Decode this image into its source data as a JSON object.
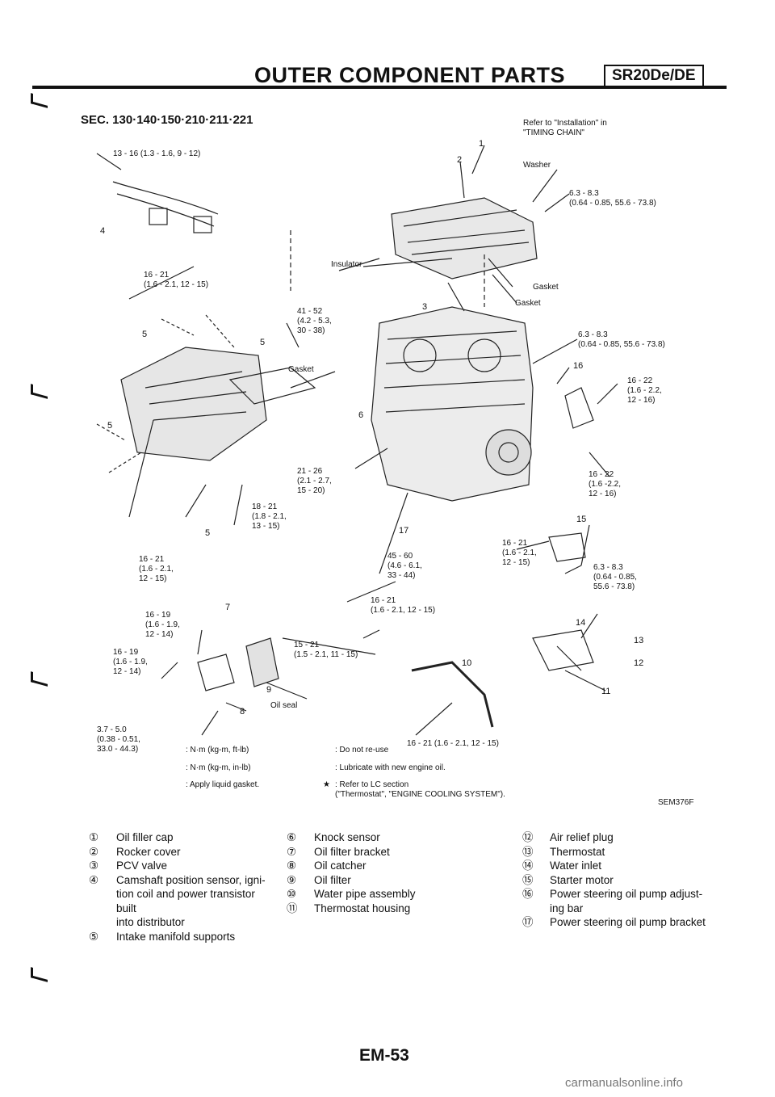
{
  "header": {
    "title": "OUTER COMPONENT PARTS",
    "engine_badge": "SR20De/DE"
  },
  "section_code": "SEC. 130·140·150·210·211·221",
  "callouts": {
    "c_13_16": "13 - 16 (1.3 - 1.6, 9 - 12)",
    "c_refer_chain": "Refer to \"Installation\" in\n\"TIMING CHAIN\"",
    "c_washer": "Washer",
    "c_63_top": "6.3 - 8.3\n(0.64 - 0.85, 55.6 - 73.8)",
    "c_insulator": "Insulator",
    "c_gasket_a": "Gasket",
    "c_gasket_b": "Gasket",
    "c_16_21_left": "16 - 21\n(1.6 - 2.1, 12 - 15)",
    "c_41_52": "41 - 52\n(4.2 - 5.3,\n30 - 38)",
    "c_63_mid": "6.3 - 8.3\n(0.64 - 0.85, 55.6 - 73.8)",
    "c_gasket_intake": "Gasket",
    "c_16_22_a": "16 - 22\n(1.6 - 2.2,\n12 - 16)",
    "c_21_26": "21 - 26\n(2.1 - 2.7,\n15 - 20)",
    "c_16_22_b": "16 - 22\n(1.6 -2.2,\n12 - 16)",
    "c_18_21": "18 - 21\n(1.8 - 2.1,\n13 - 15)",
    "c_16_21_lowleft": "16 - 21\n(1.6 - 2.1,\n12 - 15)",
    "c_45_60": "45 - 60\n(4.6 - 6.1,\n33 - 44)",
    "c_16_21_right": "16 - 21\n(1.6 - 2.1,\n12 - 15)",
    "c_63_low": "6.3 - 8.3\n(0.64 - 0.85,\n55.6 - 73.8)",
    "c_16_21_center": "16 - 21\n(1.6 - 2.1, 12 - 15)",
    "c_16_19_a": "16 - 19\n(1.6 - 1.9,\n12 - 14)",
    "c_16_19_b": "16 - 19\n(1.6 - 1.9,\n12 - 14)",
    "c_15_21": "15 - 21\n(1.5 - 2.1, 11 - 15)",
    "c_oil_seal": "Oil seal",
    "c_37_50": "3.7 - 5.0\n(0.38 - 0.51,\n33.0 - 44.3)",
    "c_16_21_bottom": "16 - 21 (1.6 - 2.1, 12 - 15)"
  },
  "markers": [
    "1",
    "2",
    "3",
    "4",
    "5",
    "5",
    "5",
    "5",
    "6",
    "7",
    "8",
    "9",
    "10",
    "11",
    "12",
    "13",
    "14",
    "15",
    "16",
    "17"
  ],
  "legend": {
    "nm_kgm_ftlb": ": N·m (kg-m, ft-lb)",
    "nm_kgm_inlb": ": N·m (kg-m, in-lb)",
    "apply_gasket": ": Apply liquid gasket.",
    "do_not_reuse": ": Do not re-use",
    "lubricate": ": Lubricate with new engine oil.",
    "refer_lc": ": Refer to LC section\n(\"Thermostat\", \"ENGINE COOLING SYSTEM\").",
    "star": "★",
    "figure_code": "SEM376F"
  },
  "parts": {
    "col1": [
      {
        "n": "①",
        "t": "Oil filler cap"
      },
      {
        "n": "②",
        "t": "Rocker cover"
      },
      {
        "n": "③",
        "t": "PCV valve"
      },
      {
        "n": "④",
        "t": "Camshaft position sensor, igni-\ntion coil and power transistor built\ninto distributor"
      },
      {
        "n": "⑤",
        "t": "Intake manifold supports"
      }
    ],
    "col2": [
      {
        "n": "⑥",
        "t": "Knock sensor"
      },
      {
        "n": "⑦",
        "t": "Oil filter bracket"
      },
      {
        "n": "⑧",
        "t": "Oil catcher"
      },
      {
        "n": "⑨",
        "t": "Oil filter"
      },
      {
        "n": "⑩",
        "t": "Water pipe assembly"
      },
      {
        "n": "⑪",
        "t": "Thermostat housing"
      }
    ],
    "col3": [
      {
        "n": "⑫",
        "t": "Air relief plug"
      },
      {
        "n": "⑬",
        "t": "Thermostat"
      },
      {
        "n": "⑭",
        "t": "Water inlet"
      },
      {
        "n": "⑮",
        "t": "Starter motor"
      },
      {
        "n": "⑯",
        "t": "Power steering oil pump adjust-\ning bar"
      },
      {
        "n": "⑰",
        "t": "Power steering oil pump bracket"
      }
    ]
  },
  "footer": {
    "page": "EM-53",
    "watermark": "carmanualsonline.info"
  }
}
